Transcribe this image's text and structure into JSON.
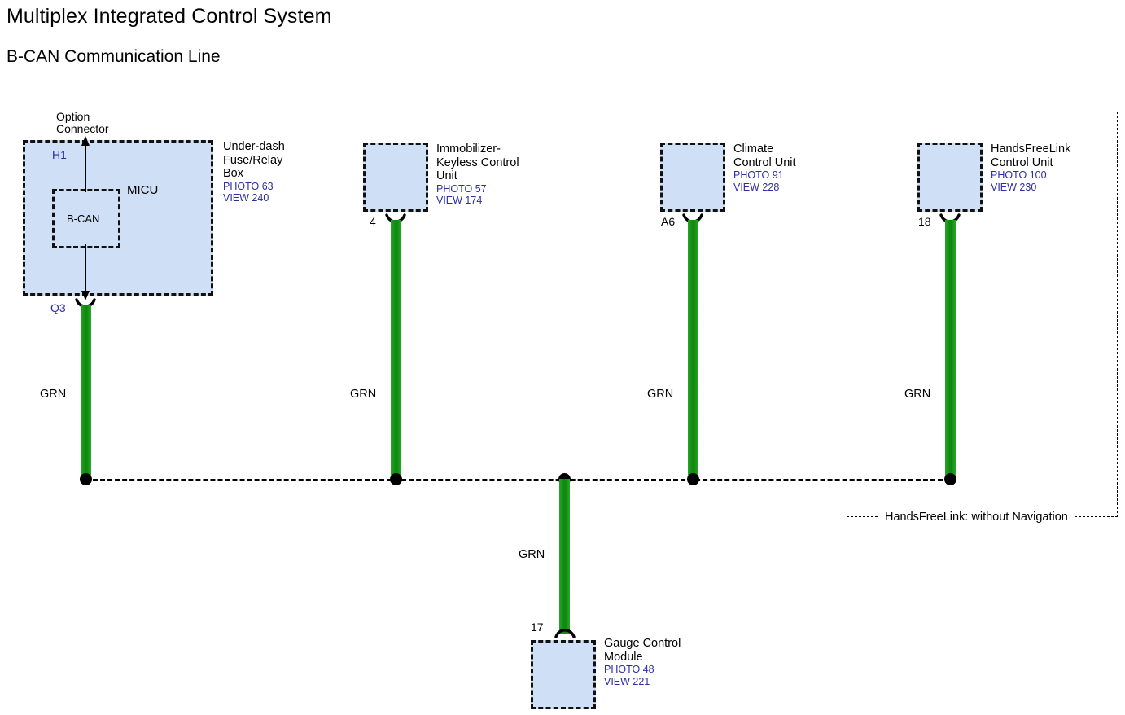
{
  "document": {
    "title": "Multiplex Integrated Control System",
    "subtitle": "B-CAN Communication Line"
  },
  "diagram": {
    "type": "automotive-wiring-diagram",
    "bus_name": "B-CAN Communication Line",
    "wire_color_code": "GRN",
    "colors": {
      "wire_green": "#159615",
      "module_fill": "#cfdff5",
      "module_border": "#111111",
      "reference_text": "#2d2da8",
      "terminal_text": "#2d2da8",
      "bus_line": "#000000"
    }
  },
  "modules": [
    {
      "id": "under-dash-fuse-relay-box",
      "name_lines": [
        "Under-dash",
        "Fuse/Relay",
        "Box"
      ],
      "photo_ref": "PHOTO 63",
      "view_ref": "VIEW 240",
      "inner_unit_label": "MICU",
      "inner_block_label": "B-CAN",
      "top_connector_label": "Option\nConnector",
      "top_connector_line1": "Option",
      "top_connector_line2": "Connector",
      "top_terminal": "H1",
      "bottom_terminal": "Q3",
      "wire_color": "GRN"
    },
    {
      "id": "immobilizer-keyless-control-unit",
      "name_lines": [
        "Immobilizer-",
        "Keyless Control",
        "Unit"
      ],
      "photo_ref": "PHOTO 57",
      "view_ref": "VIEW 174",
      "terminal": "4",
      "wire_color": "GRN"
    },
    {
      "id": "climate-control-unit",
      "name_lines": [
        "Climate",
        "Control Unit"
      ],
      "photo_ref": "PHOTO 91",
      "view_ref": "VIEW 228",
      "terminal": "A6",
      "wire_color": "GRN"
    },
    {
      "id": "handsfreelink-control-unit",
      "name_lines": [
        "HandsFreeLink",
        "Control Unit"
      ],
      "photo_ref": "PHOTO 100",
      "view_ref": "VIEW 230",
      "terminal": "18",
      "wire_color": "GRN"
    },
    {
      "id": "gauge-control-module",
      "name_lines": [
        "Gauge Control",
        "Module"
      ],
      "photo_ref": "PHOTO 48",
      "view_ref": "VIEW 221",
      "terminal": "17",
      "wire_color": "GRN"
    }
  ],
  "option_group": {
    "caption": "HandsFreeLink: without Navigation"
  },
  "labels": {
    "micu": "MICU",
    "bcan": "B-CAN",
    "option_line1": "Option",
    "option_line2": "Connector",
    "terminal_h1": "H1",
    "terminal_q3": "Q3",
    "terminal_4": "4",
    "terminal_a6": "A6",
    "terminal_18": "18",
    "terminal_17": "17",
    "grn_1": "GRN",
    "grn_2": "GRN",
    "grn_3": "GRN",
    "grn_4": "GRN",
    "grn_5": "GRN",
    "mod1_l1": "Under-dash",
    "mod1_l2": "Fuse/Relay",
    "mod1_l3": "Box",
    "mod1_photo": "PHOTO 63",
    "mod1_view": "VIEW 240",
    "mod2_l1": "Immobilizer-",
    "mod2_l2": "Keyless Control",
    "mod2_l3": "Unit",
    "mod2_photo": "PHOTO 57",
    "mod2_view": "VIEW 174",
    "mod3_l1": "Climate",
    "mod3_l2": "Control Unit",
    "mod3_photo": "PHOTO 91",
    "mod3_view": "VIEW 228",
    "mod4_l1": "HandsFreeLink",
    "mod4_l2": "Control Unit",
    "mod4_photo": "PHOTO 100",
    "mod4_view": "VIEW 230",
    "mod5_l1": "Gauge Control",
    "mod5_l2": "Module",
    "mod5_photo": "PHOTO 48",
    "mod5_view": "VIEW 221",
    "group_caption": "HandsFreeLink: without Navigation"
  }
}
